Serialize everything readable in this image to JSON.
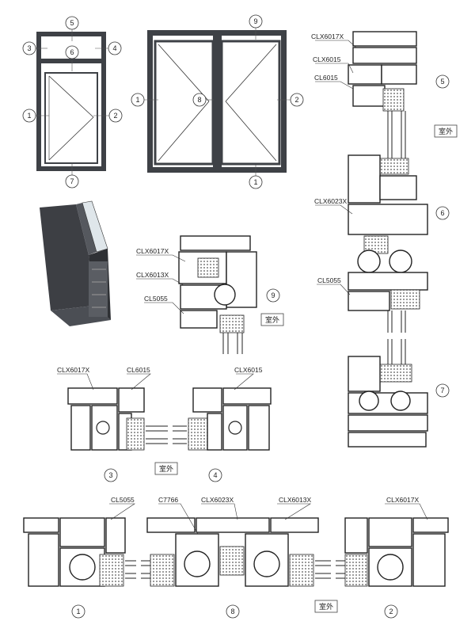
{
  "callouts": {
    "c1": "1",
    "c2": "2",
    "c3": "3",
    "c4": "4",
    "c5": "5",
    "c6": "6",
    "c7": "7",
    "c8": "8",
    "c9": "9"
  },
  "exterior_label": "室外",
  "profiles": {
    "clx6017x": "CLX6017X",
    "clx6015": "CLX6015",
    "cl6015": "CL6015",
    "clx6023x": "CLX6023X",
    "cl5055": "CL5055",
    "clx6013x": "CLX6013X",
    "c7766": "C7766"
  },
  "colors": {
    "frame": "#3e4146",
    "profile": "#4a4a4a",
    "glass": "#dfe6ea",
    "line": "#222222"
  }
}
